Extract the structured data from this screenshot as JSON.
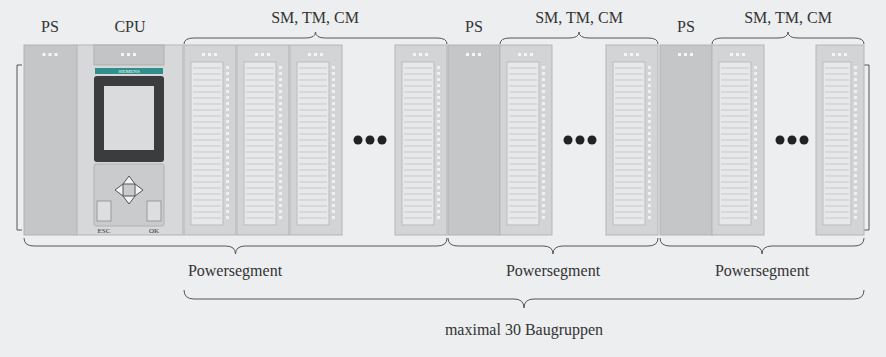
{
  "diagram": {
    "labels": [
      "PS",
      "CPU",
      "SM, TM, CM",
      "PS",
      "SM, TM, CM",
      "PS",
      "SM, TM, CM",
      "SIEMENS",
      "ESC",
      "OK",
      "Powersegment",
      "Powersegment",
      "Powersegment",
      "maximal 30 Baugruppen"
    ]
  }
}
